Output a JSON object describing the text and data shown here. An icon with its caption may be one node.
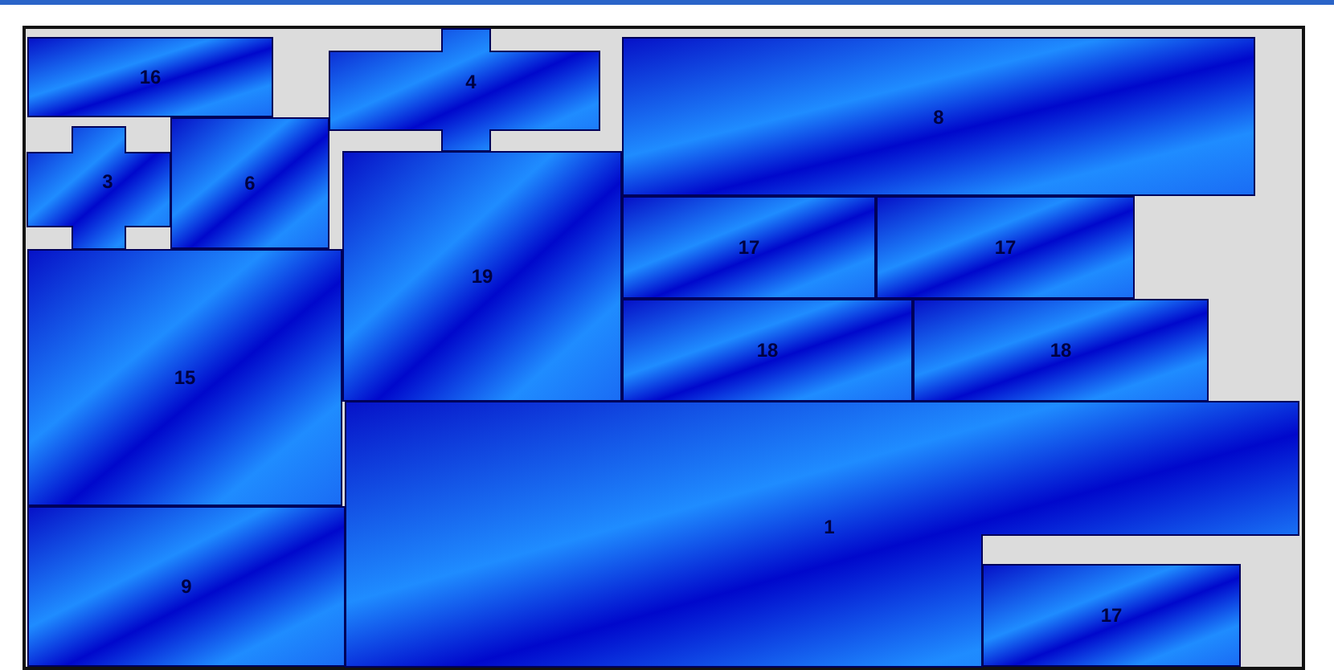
{
  "diagram": {
    "nodes": [
      {
        "text": [
          "16"
        ]
      },
      {
        "text": [
          "4"
        ]
      },
      {
        "text": [
          "8"
        ]
      },
      {
        "text": [
          "3"
        ]
      },
      {
        "text": [
          "6"
        ]
      },
      {
        "text": [
          "19"
        ]
      },
      {
        "text": [
          "17"
        ]
      },
      {
        "text": [
          "17"
        ]
      },
      {
        "text": [
          "15"
        ]
      },
      {
        "text": [
          "18"
        ]
      },
      {
        "text": [
          "18"
        ]
      },
      {
        "text": [
          "1"
        ]
      },
      {
        "text": [
          "9"
        ]
      },
      {
        "text": [
          "17"
        ]
      }
    ]
  }
}
